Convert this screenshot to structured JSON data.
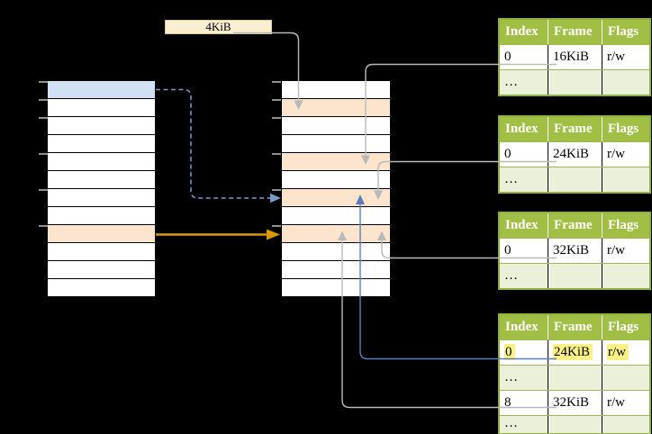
{
  "labels": {
    "page_size": "4KiB"
  },
  "left_column": {
    "rows": [
      "blue",
      "white",
      "white",
      "white",
      "white",
      "white",
      "white",
      "white",
      "orange",
      "white",
      "white",
      "white"
    ],
    "ticks": [
      0,
      1,
      2,
      4,
      6,
      8
    ]
  },
  "middle_column": {
    "rows": [
      "white",
      "orange",
      "white",
      "white",
      "orange",
      "white",
      "orange",
      "white",
      "orange",
      "white",
      "white",
      "white"
    ],
    "ticks": [
      0,
      1,
      2,
      4,
      6,
      8
    ]
  },
  "tables": [
    {
      "name": "page-table-16kib",
      "headers": [
        "Index",
        "Frame",
        "Flags"
      ],
      "rows": [
        {
          "cells": [
            "0",
            "16KiB",
            "r/w"
          ],
          "shaded": false,
          "highlight": false
        },
        {
          "cells": [
            "…",
            "",
            ""
          ],
          "shaded": true,
          "highlight": false
        }
      ]
    },
    {
      "name": "page-table-24kib",
      "headers": [
        "Index",
        "Frame",
        "Flags"
      ],
      "rows": [
        {
          "cells": [
            "0",
            "24KiB",
            "r/w"
          ],
          "shaded": false,
          "highlight": false
        },
        {
          "cells": [
            "…",
            "",
            ""
          ],
          "shaded": true,
          "highlight": false
        }
      ]
    },
    {
      "name": "page-table-32kib",
      "headers": [
        "Index",
        "Frame",
        "Flags"
      ],
      "rows": [
        {
          "cells": [
            "0",
            "32KiB",
            "r/w"
          ],
          "shaded": false,
          "highlight": false
        },
        {
          "cells": [
            "…",
            "",
            ""
          ],
          "shaded": true,
          "highlight": false
        }
      ]
    },
    {
      "name": "page-table-highlighted",
      "headers": [
        "Index",
        "Frame",
        "Flags"
      ],
      "rows": [
        {
          "cells": [
            "0",
            "24KiB",
            "r/w"
          ],
          "shaded": false,
          "highlight": true
        },
        {
          "cells": [
            "…",
            "",
            ""
          ],
          "shaded": true,
          "highlight": false
        },
        {
          "cells": [
            "8",
            "32KiB",
            "r/w"
          ],
          "shaded": false,
          "highlight": false
        },
        {
          "cells": [
            "…",
            "",
            ""
          ],
          "shaded": true,
          "highlight": false
        }
      ]
    }
  ],
  "connections": [
    {
      "from": "page-size-label",
      "to": "middle-column-row-1",
      "style": "gray"
    },
    {
      "from": "table-0-row-0",
      "to": "middle-column-row-4",
      "style": "gray"
    },
    {
      "from": "table-1-row-0",
      "to": "middle-column-row-6",
      "style": "gray"
    },
    {
      "from": "table-2-row-0",
      "to": "middle-column-row-8",
      "style": "gray"
    },
    {
      "from": "table-3-row-0",
      "to": "middle-column-row-6",
      "style": "blue"
    },
    {
      "from": "table-3-row-2",
      "to": "middle-column-row-8",
      "style": "gray"
    },
    {
      "from": "left-column-row-0",
      "to": "middle-column-row-6",
      "style": "dashed-blue"
    },
    {
      "from": "left-column-row-8",
      "to": "middle-column-row-8",
      "style": "orange"
    }
  ],
  "colors": {
    "background": "#000000",
    "cell_blue": "#d2e0f4",
    "cell_orange": "#fce4cd",
    "label_cream": "#fbefd2",
    "table_header_green": "#a0bf44",
    "table_row_light_green": "#eaf0da",
    "highlight_yellow": "#fcf187",
    "arrow_gray": "#b9b9b9",
    "arrow_blue": "#5b7db9",
    "arrow_dashed_blue": "#7a99ce",
    "arrow_orange": "#d79b00"
  }
}
